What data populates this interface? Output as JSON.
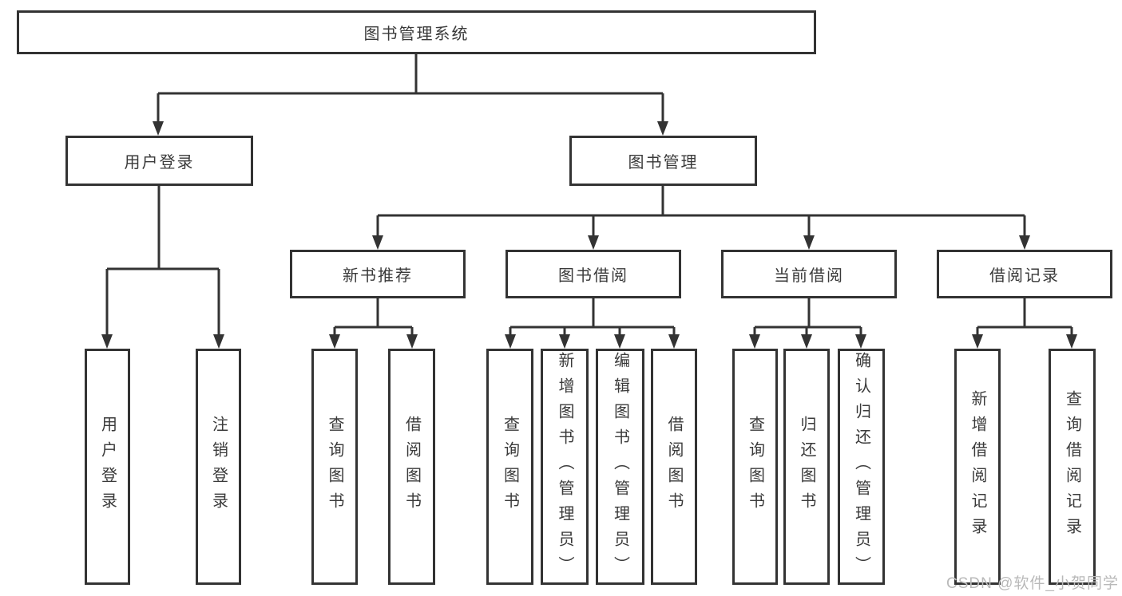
{
  "diagram": {
    "root": {
      "label": "图书管理系统"
    },
    "level2": {
      "user_login": {
        "label": "用户登录"
      },
      "book_mgmt": {
        "label": "图书管理"
      }
    },
    "level3": {
      "new_book": {
        "label": "新书推荐"
      },
      "book_borrow": {
        "label": "图书借阅"
      },
      "current_borrow": {
        "label": "当前借阅"
      },
      "borrow_record": {
        "label": "借阅记录"
      }
    },
    "leaves": {
      "user_login_leaf": {
        "label": "用户登录"
      },
      "logout": {
        "label": "注销登录"
      },
      "query_book_1": {
        "label": "查询图书"
      },
      "borrow_book_1": {
        "label": "借阅图书"
      },
      "query_book_2": {
        "label": "查询图书"
      },
      "add_book": {
        "label": "新增图书（管理员）"
      },
      "edit_book": {
        "label": "编辑图书（管理员）"
      },
      "borrow_book_2": {
        "label": "借阅图书"
      },
      "query_book_3": {
        "label": "查询图书"
      },
      "return_book": {
        "label": "归还图书"
      },
      "confirm_return": {
        "label": "确认归还（管理员）"
      },
      "add_record": {
        "label": "新增借阅记录"
      },
      "query_record": {
        "label": "查询借阅记录"
      }
    },
    "watermark": "CSDN @软件_小贺同学",
    "colors": {
      "line": "#333333",
      "text": "#3a3a3a",
      "watermark": "#b9b9b9",
      "background": "#ffffff"
    }
  }
}
